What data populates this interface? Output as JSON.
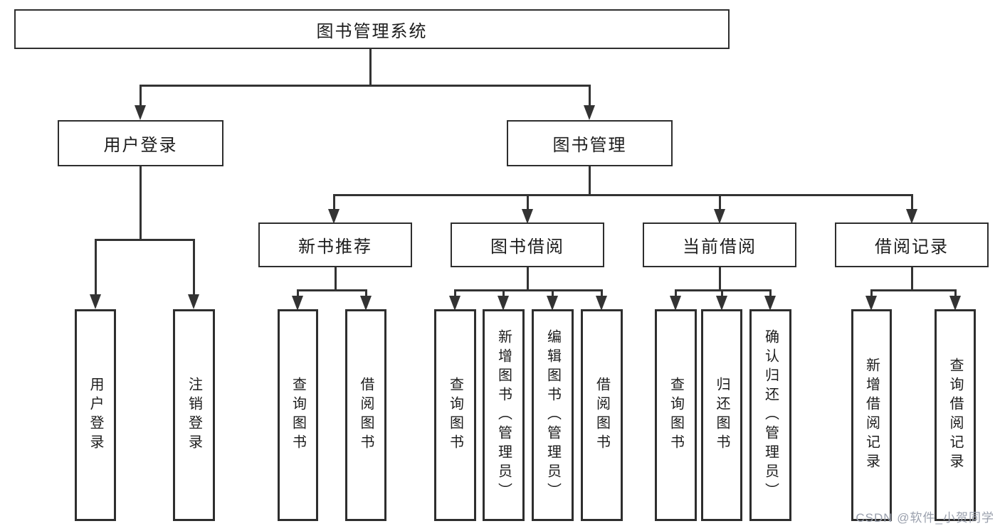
{
  "diagram": {
    "title": "图书管理系统",
    "nodes": [
      {
        "id": "root",
        "label": "图书管理系统",
        "level": 1
      },
      {
        "id": "user-login",
        "label": "用户登录",
        "level": 2
      },
      {
        "id": "book-mgmt",
        "label": "图书管理",
        "level": 2
      },
      {
        "id": "new-book-rec",
        "label": "新书推荐",
        "level": 3
      },
      {
        "id": "book-borrow",
        "label": "图书借阅",
        "level": 3
      },
      {
        "id": "current-borrow",
        "label": "当前借阅",
        "level": 3
      },
      {
        "id": "borrow-records",
        "label": "借阅记录",
        "level": 3
      },
      {
        "id": "leaf-user-login",
        "label": "用户登录",
        "level": 4
      },
      {
        "id": "leaf-logout",
        "label": "注销登录",
        "level": 4
      },
      {
        "id": "leaf-query-books-1",
        "label": "查询图书",
        "level": 4
      },
      {
        "id": "leaf-borrow-books-1",
        "label": "借阅图书",
        "level": 4
      },
      {
        "id": "leaf-query-books-2",
        "label": "查询图书",
        "level": 4
      },
      {
        "id": "leaf-add-books",
        "label": "新增图书（管理员）",
        "level": 4
      },
      {
        "id": "leaf-edit-books",
        "label": "编辑图书（管理员）",
        "level": 4
      },
      {
        "id": "leaf-borrow-books-2",
        "label": "借阅图书",
        "level": 4
      },
      {
        "id": "leaf-query-books-3",
        "label": "查询图书",
        "level": 4
      },
      {
        "id": "leaf-return-books",
        "label": "归还图书",
        "level": 4
      },
      {
        "id": "leaf-confirm-return",
        "label": "确认归还（管理员）",
        "level": 4
      },
      {
        "id": "leaf-add-borrow-record",
        "label": "新增借阅记录",
        "level": 4
      },
      {
        "id": "leaf-query-borrow-record",
        "label": "查询借阅记录",
        "level": 4
      }
    ],
    "edges": [
      [
        "root",
        "user-login"
      ],
      [
        "root",
        "book-mgmt"
      ],
      [
        "user-login",
        "leaf-user-login"
      ],
      [
        "user-login",
        "leaf-logout"
      ],
      [
        "book-mgmt",
        "new-book-rec"
      ],
      [
        "book-mgmt",
        "book-borrow"
      ],
      [
        "book-mgmt",
        "current-borrow"
      ],
      [
        "book-mgmt",
        "borrow-records"
      ],
      [
        "new-book-rec",
        "leaf-query-books-1"
      ],
      [
        "new-book-rec",
        "leaf-borrow-books-1"
      ],
      [
        "book-borrow",
        "leaf-query-books-2"
      ],
      [
        "book-borrow",
        "leaf-add-books"
      ],
      [
        "book-borrow",
        "leaf-edit-books"
      ],
      [
        "book-borrow",
        "leaf-borrow-books-2"
      ],
      [
        "current-borrow",
        "leaf-query-books-3"
      ],
      [
        "current-borrow",
        "leaf-return-books"
      ],
      [
        "current-borrow",
        "leaf-confirm-return"
      ],
      [
        "borrow-records",
        "leaf-add-borrow-record"
      ],
      [
        "borrow-records",
        "leaf-query-borrow-record"
      ]
    ]
  },
  "watermark": "CSDN @软件_小贺同学",
  "colors": {
    "background": "#ffffff",
    "line": "#333333",
    "box_border": "#2e2e2e",
    "text": "#1c1c1c",
    "watermark": "#9aa0ad"
  }
}
